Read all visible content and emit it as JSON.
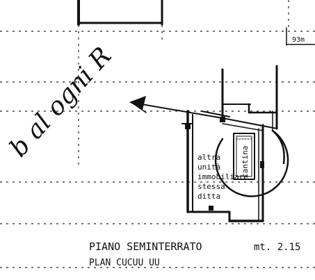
{
  "plan": {
    "level_label": "PIANO SEMINTERRATO",
    "height_label": "mt. 2.15",
    "scribble_label": "PLAN CUCUU UU",
    "dimension_label": "93m",
    "handwritten_note": "b al ogni R",
    "side_room_label": "cantina",
    "unit_note": [
      "altra",
      "unità",
      "immobiliare",
      "stessa",
      "ditta"
    ]
  }
}
